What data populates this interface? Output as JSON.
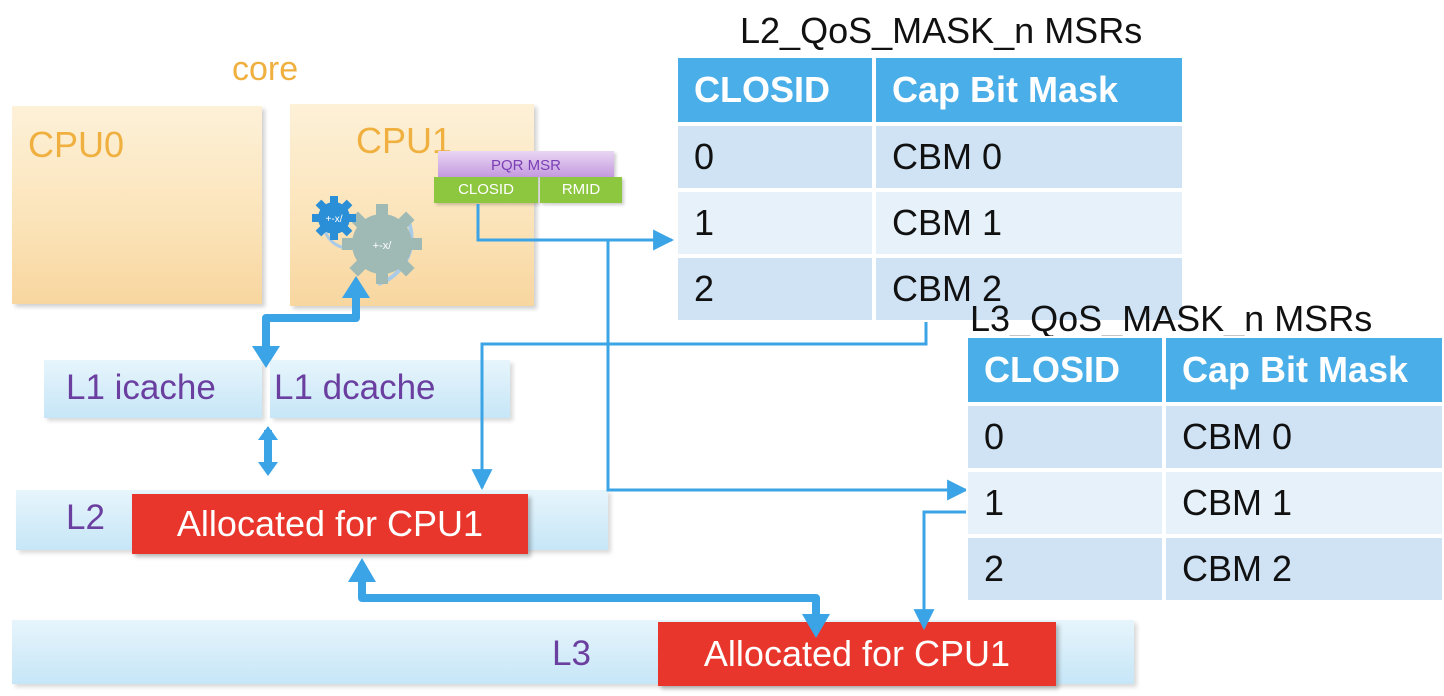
{
  "core": {
    "label": "core"
  },
  "cpus": [
    {
      "label": "CPU0"
    },
    {
      "label": "CPU1"
    }
  ],
  "pqr_msr": {
    "title": "PQR MSR",
    "fields": [
      "CLOSID",
      "RMID"
    ]
  },
  "gear_labels": [
    "+-x/",
    "+-x/"
  ],
  "caches": {
    "l1_icache": "L1 icache",
    "l1_dcache": "L1 dcache",
    "l2": "L2",
    "l3": "L3",
    "l2_alloc": "Allocated for CPU1",
    "l3_alloc": "Allocated for CPU1"
  },
  "l2_table": {
    "title": "L2_QoS_MASK_n MSRs",
    "headers": [
      "CLOSID",
      "Cap Bit Mask"
    ],
    "rows": [
      [
        "0",
        "CBM 0"
      ],
      [
        "1",
        "CBM 1"
      ],
      [
        "2",
        "CBM 2"
      ]
    ]
  },
  "l3_table": {
    "title": "L3_QoS_MASK_n MSRs",
    "headers": [
      "CLOSID",
      "Cap Bit Mask"
    ],
    "rows": [
      [
        "0",
        "CBM 0"
      ],
      [
        "1",
        "CBM 1"
      ],
      [
        "2",
        "CBM 2"
      ]
    ]
  },
  "colors": {
    "accent_blue": "#4aaee8",
    "alloc_red": "#e8362c",
    "cpu_label": "#f0b040",
    "cache_label": "#6a3fa0",
    "pqr_green": "#8dc63f",
    "pqr_purple": "#c49adf"
  }
}
